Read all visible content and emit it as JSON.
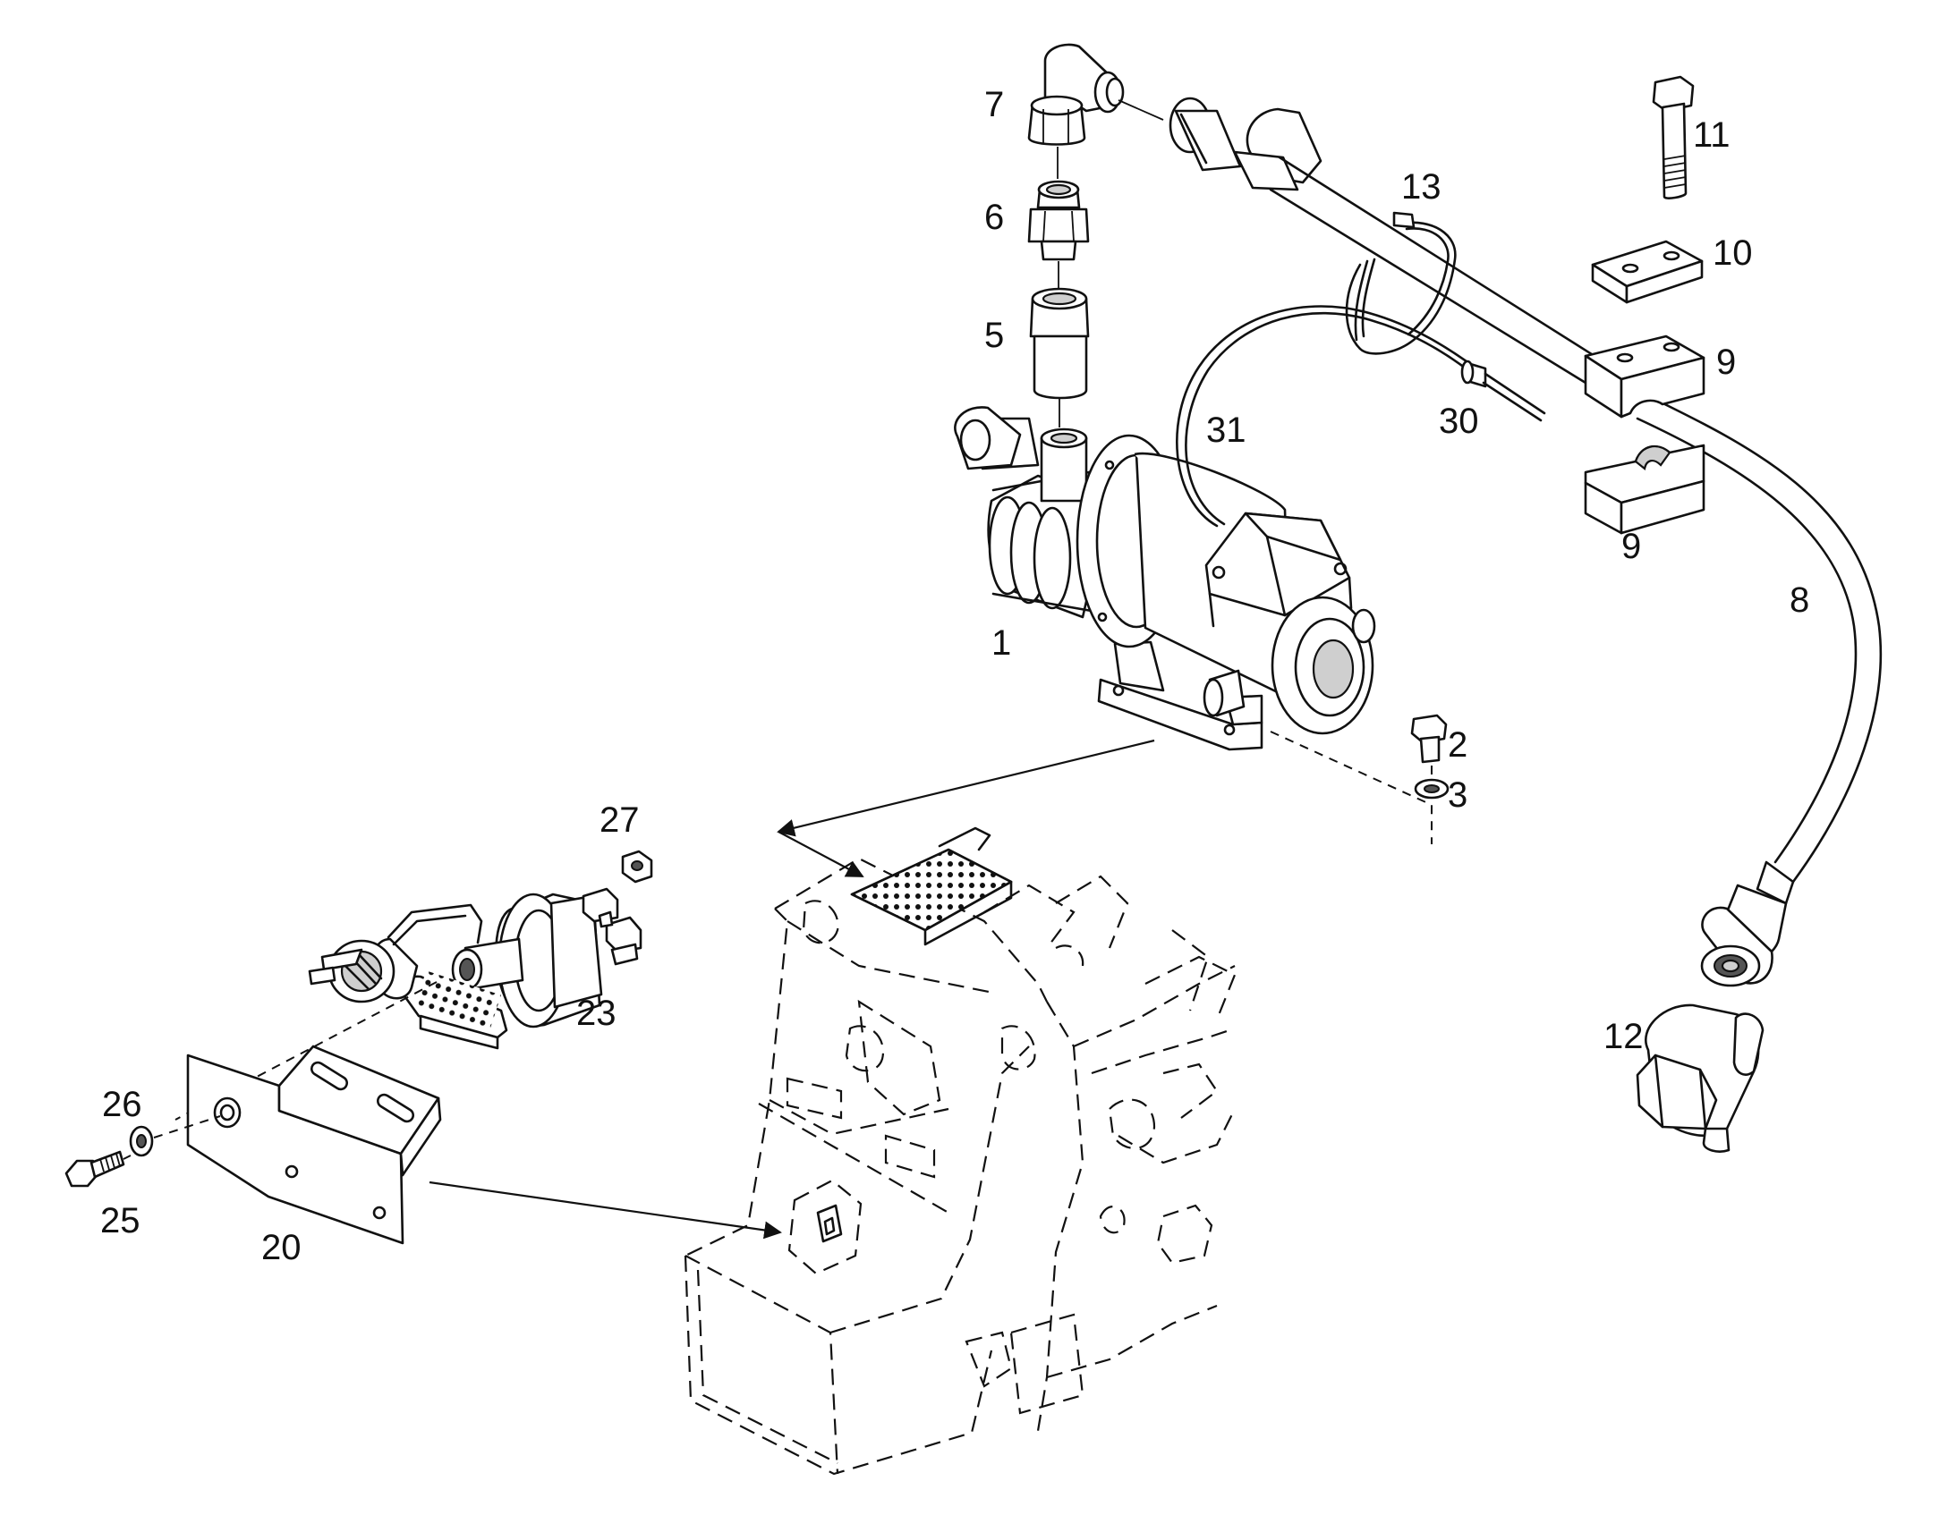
{
  "callouts": {
    "c1": "1",
    "c2": "2",
    "c3": "3",
    "c5": "5",
    "c6": "6",
    "c7": "7",
    "c8": "8",
    "c9a": "9",
    "c9b": "9",
    "c10": "10",
    "c11": "11",
    "c12": "12",
    "c13": "13",
    "c20": "20",
    "c23": "23",
    "c25": "25",
    "c26": "26",
    "c27": "27",
    "c30": "30",
    "c31": "31"
  }
}
